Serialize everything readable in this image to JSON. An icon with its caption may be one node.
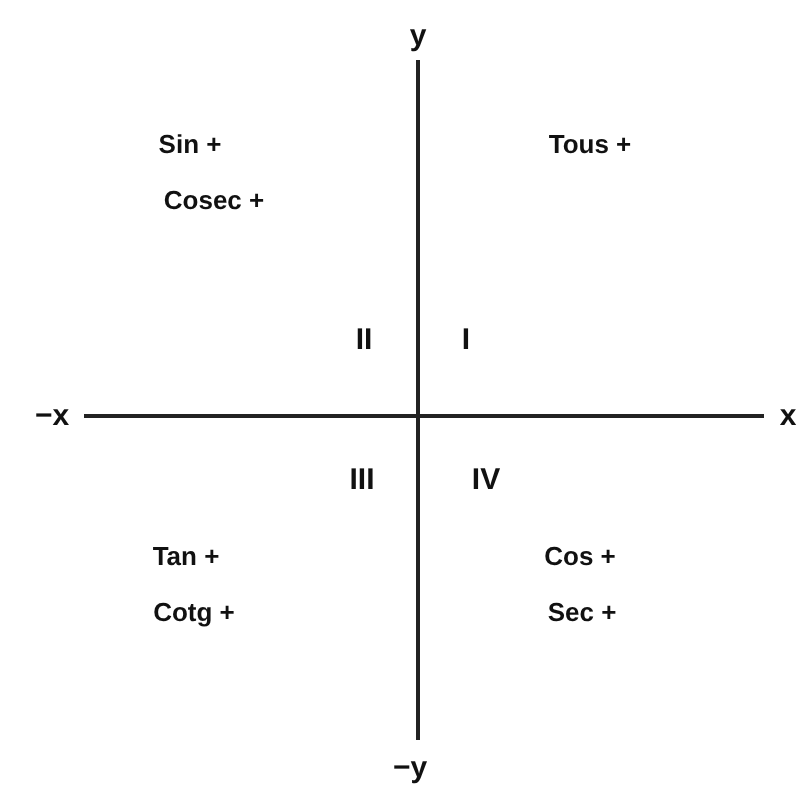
{
  "diagram": {
    "labels": [
      "y",
      "Sin +",
      "Cosec +",
      "Tous +",
      "II",
      "I",
      "−x",
      "x",
      "III",
      "IV",
      "Tan +",
      "Cotg +",
      "Cos +",
      "Sec +",
      "−y"
    ]
  }
}
